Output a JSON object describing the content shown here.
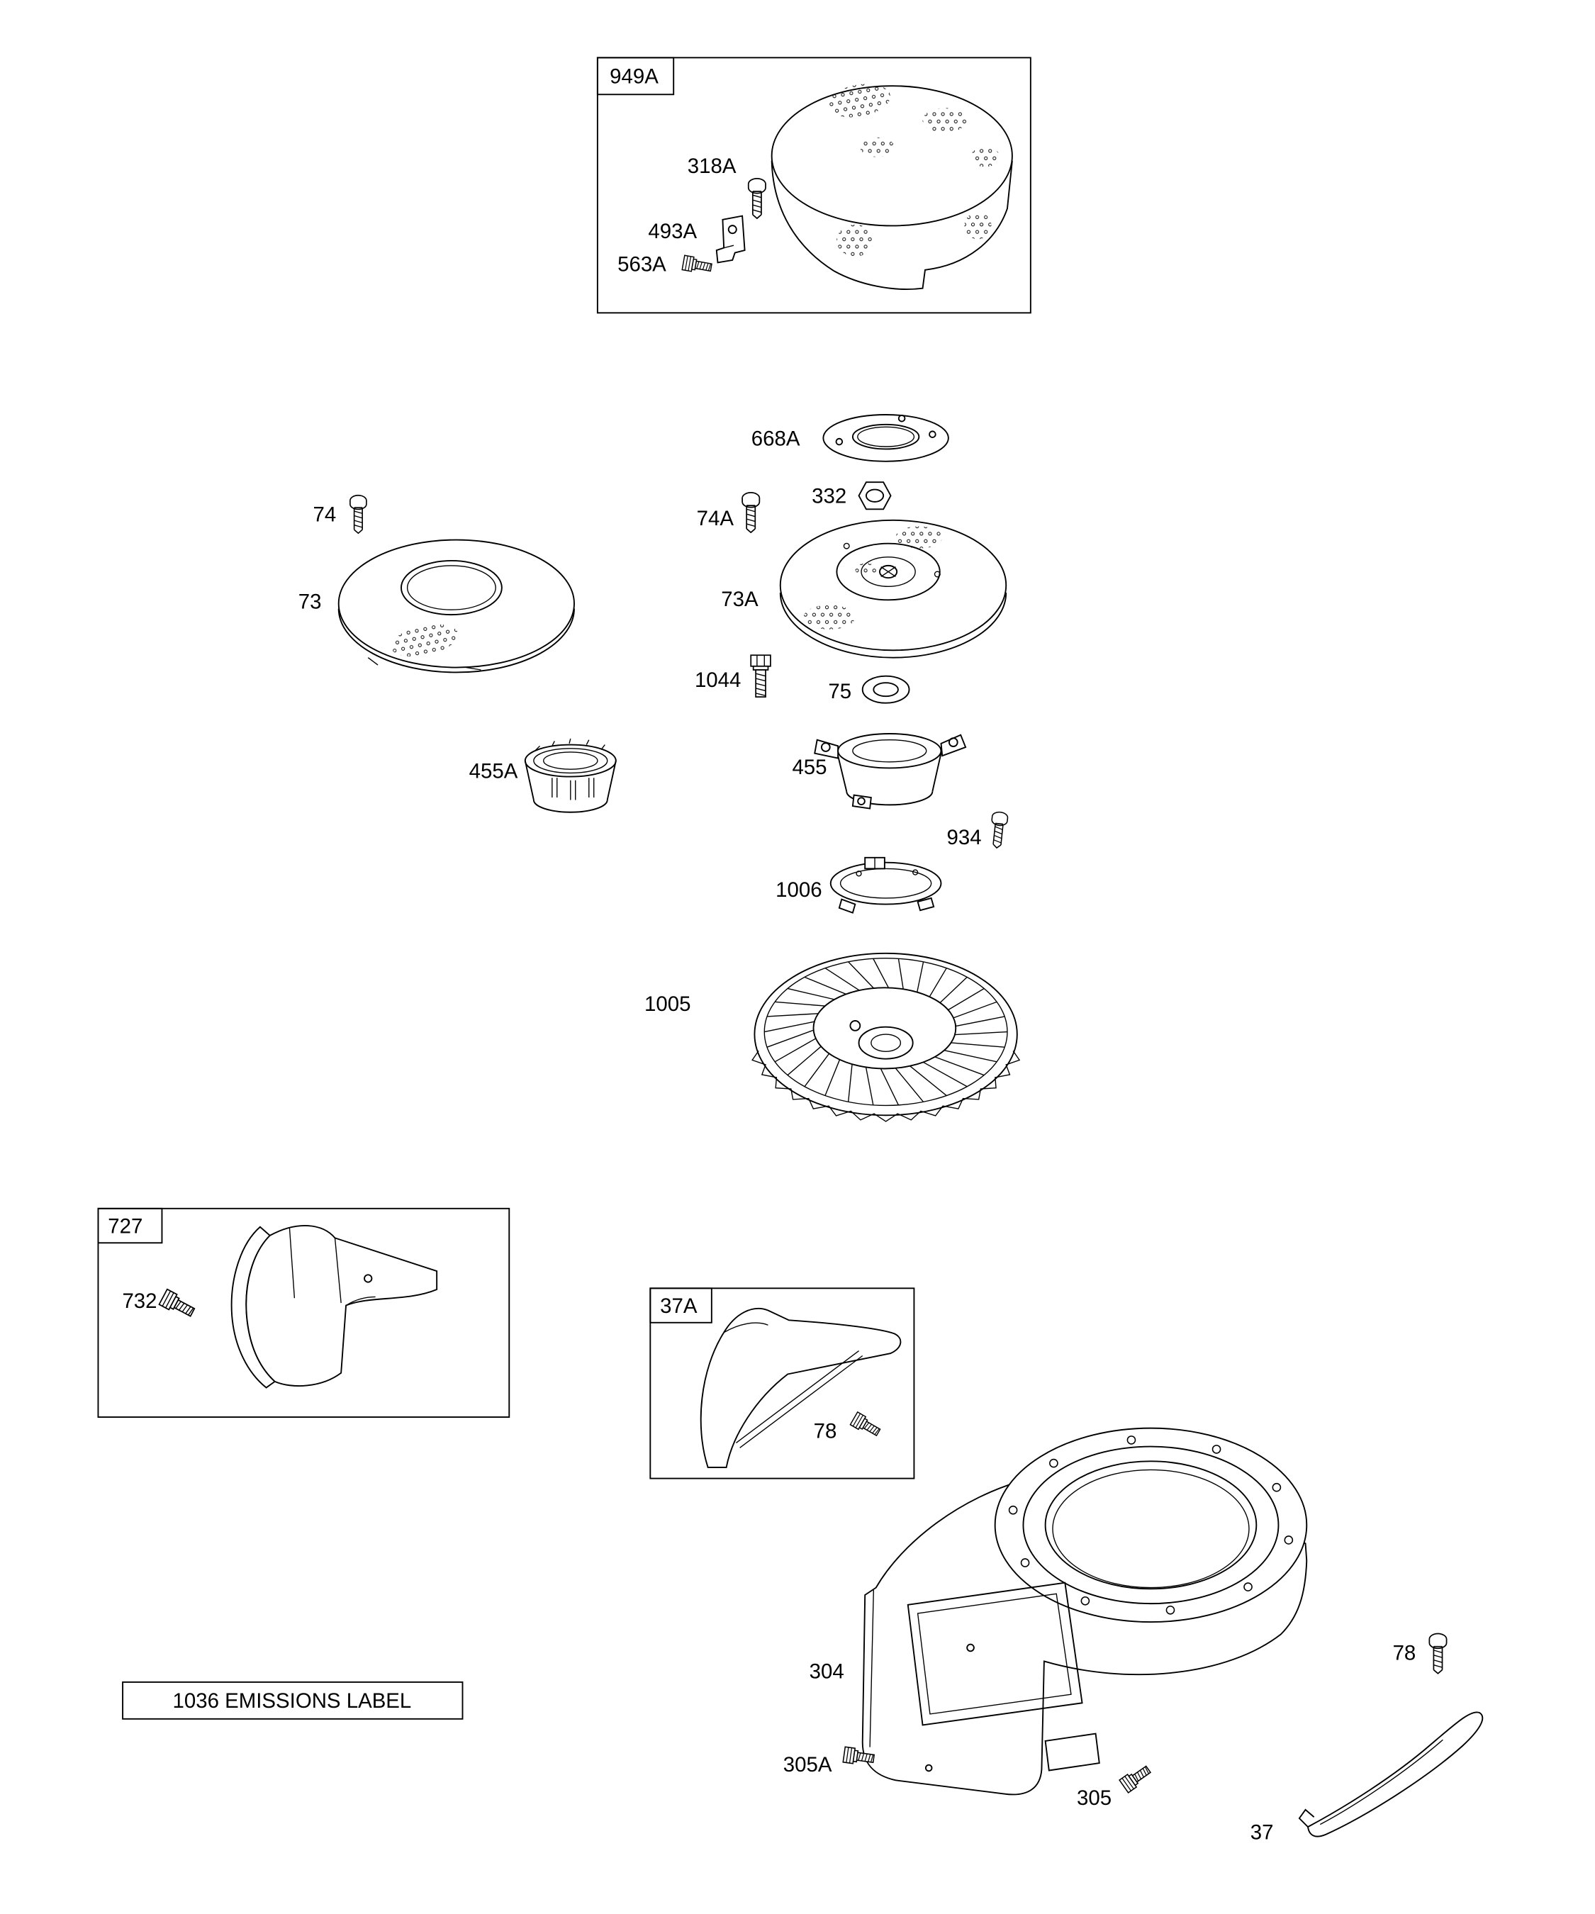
{
  "diagram": {
    "colors": {
      "line": "#000000",
      "background": "#ffffff"
    },
    "labels": {
      "n949A": "949A",
      "n318A": "318A",
      "n493A": "493A",
      "n563A": "563A",
      "n668A": "668A",
      "n332": "332",
      "n74": "74",
      "n74A": "74A",
      "n73": "73",
      "n73A": "73A",
      "n1044": "1044",
      "n75": "75",
      "n455A": "455A",
      "n455": "455",
      "n934": "934",
      "n1006": "1006",
      "n1005": "1005",
      "n727": "727",
      "n732": "732",
      "n37A": "37A",
      "n78a": "78",
      "n304": "304",
      "n78b": "78",
      "n305A": "305A",
      "n305": "305",
      "n37": "37",
      "emissions": "1036 EMISSIONS LABEL"
    }
  }
}
